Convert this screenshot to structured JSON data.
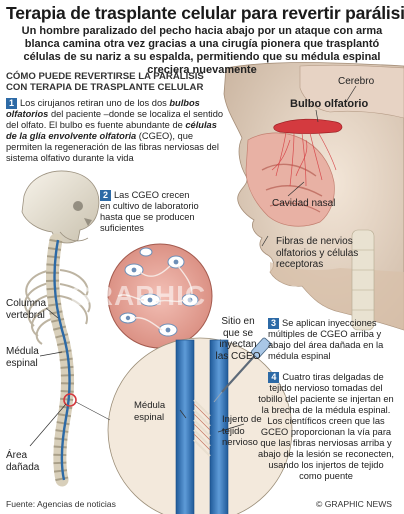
{
  "header": {
    "title": "Terapia de trasplante celular para revertir parálisis",
    "subtitle": "Un hombre paralizado del pecho hacia abajo por un ataque con arma blanca camina otra vez gracias a una cirugía pionera que trasplantó células de su nariz a su espalda, permitiendo que su médula espinal creciera nuevamente"
  },
  "section_title": "CÓMO PUEDE REVERTIRSE LA PARÁLISIS CON TERAPIA DE TRASPLANTE CELULAR",
  "steps": [
    {
      "num": "1",
      "parts": [
        "Los cirujanos retiran uno de los dos ",
        "bulbos olfatorios",
        " del paciente –donde se localiza el sentido del olfato. El bulbo es fuente abundante de ",
        "células de la glía envolvente olfatoria",
        " (CGEO), que permiten la regeneración de las fibras nerviosas del sistema olfativo durante la vida"
      ]
    },
    {
      "num": "2",
      "text": "Las CGEO crecen en cultivo de laboratorio hasta que se producen suficientes"
    },
    {
      "num": "3",
      "text": "Se aplican inyecciones múltiples de CGEO arriba y abajo del área dañada en la médula espinal"
    },
    {
      "num": "4",
      "text": "Cuatro tiras delgadas de tejido nervioso tomadas del tobillo del paciente se injertan en la brecha de la médula espinal. Los científicos creen que las GCEO proporcionan la vía para que las fibras nerviosas arriba y abajo de la lesión se reconecten, usando los injertos de tejido como puente"
    }
  ],
  "labels": {
    "cerebro": "Cerebro",
    "bulbo": "Bulbo olfatorio",
    "cavidad": "Cavidad nasal",
    "fibras": "Fibras de nervios olfatorios y células receptoras",
    "columna": "Columna vertebral",
    "medula": "Médula espinal",
    "area": "Área dañada",
    "sitio": "Sitio en que se inyectan las CGEO",
    "medula2": "Médula espinal",
    "injerto": "Injerto de tejido nervioso"
  },
  "footer": {
    "source": "Fuente: Agencias de noticias",
    "credit": "© GRAPHIC NEWS"
  },
  "watermark": "GRAPHIC NEWS",
  "colors": {
    "accent": "#2d6aa6",
    "tissue": "#e6a59a",
    "nerve": "#d4343a",
    "skin": "#eedccc",
    "cord": "#3f7fc2"
  }
}
